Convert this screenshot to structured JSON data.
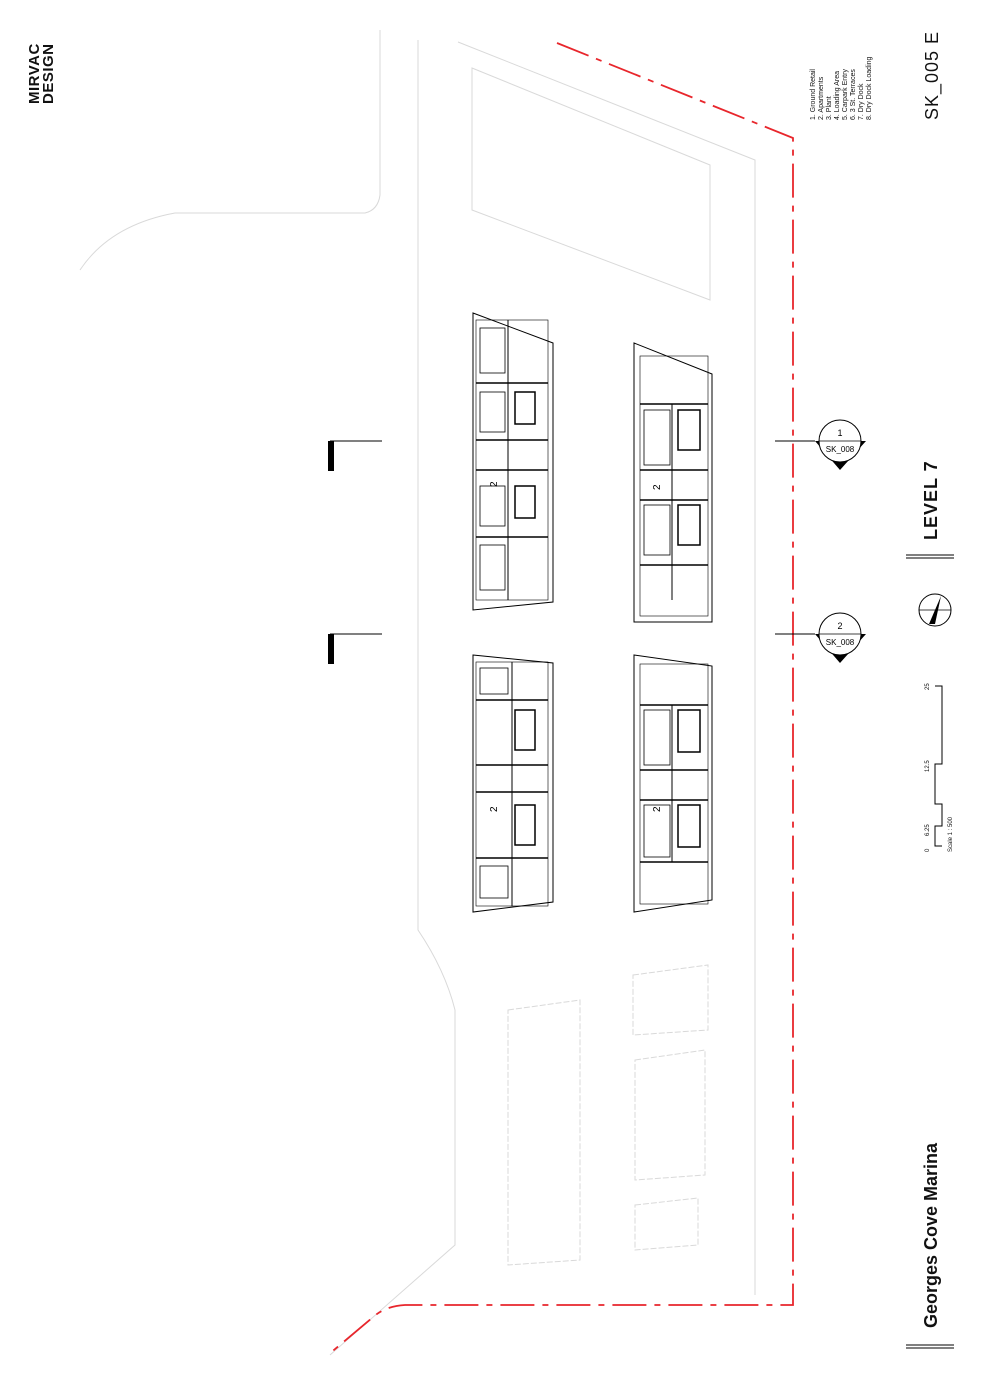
{
  "logo": {
    "line1": "MIRVAC",
    "line2": "DESIGN"
  },
  "sheet_number": "SK_005 E",
  "level_title": "LEVEL 7",
  "project_title": "Georges Cove Marina",
  "legend": {
    "items": [
      "1. Ground Retail",
      "2. Apartments",
      "3. Plant",
      "4. Loading Area",
      "5. Carpark Entry",
      "6. 3 St. Terraces",
      "7. Dry Dock",
      "8. Dry Dock Loading"
    ]
  },
  "section_markers": [
    {
      "number": "1",
      "sheet": "SK_008"
    },
    {
      "number": "2",
      "sheet": "SK_008"
    }
  ],
  "unit_label": "2",
  "scale_bar": {
    "ticks": [
      "0",
      "6.25",
      "12.5",
      "25"
    ],
    "note": "Scale 1 : 500"
  },
  "colors": {
    "site_boundary": "#e8262c",
    "linework": "#000000",
    "ghost": "#d6d6d6"
  }
}
